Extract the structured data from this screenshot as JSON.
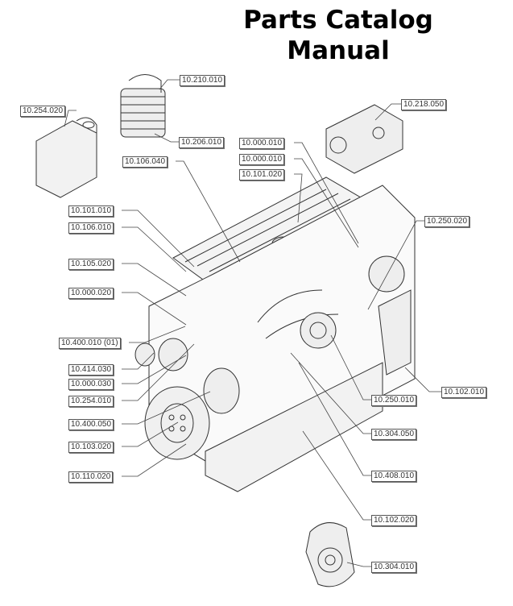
{
  "title": {
    "line1": "Parts Catalog",
    "line2": "Manual"
  },
  "labels": [
    "10.210.010",
    "10.254.020",
    "10.218.050",
    "10.206.010",
    "10.000.010",
    "10.106.040",
    "10.000.010",
    "10.101.020",
    "10.101.010",
    "10.106.010",
    "10.250.020",
    "10.105.020",
    "10.000.020",
    "10.400.010 (01)",
    "10.414.030",
    "10.000.030",
    "10.254.010",
    "10.102.010",
    "10.250.010",
    "10.400.050",
    "10.304.050",
    "10.103.020",
    "10.110.020",
    "10.408.010",
    "10.102.020",
    "10.304.010"
  ]
}
